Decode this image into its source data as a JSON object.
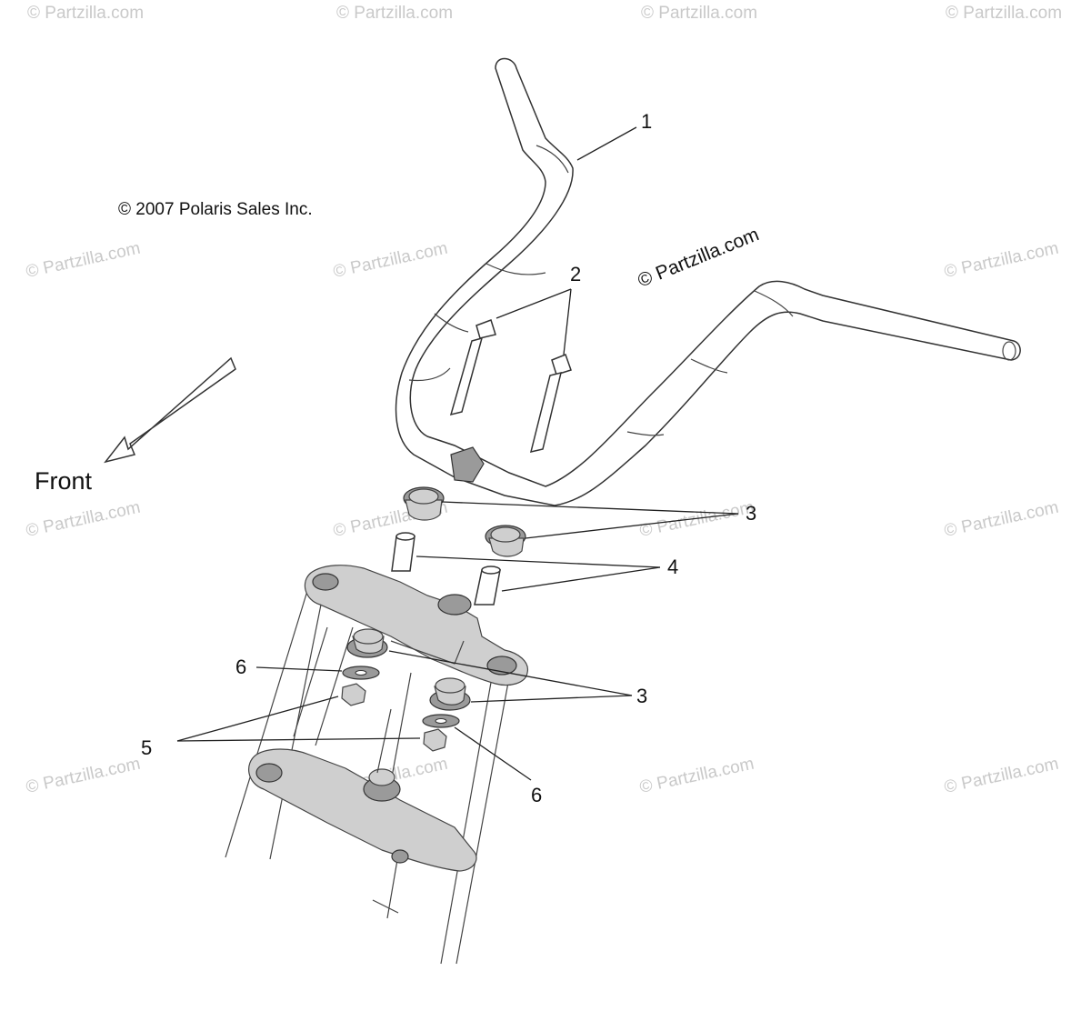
{
  "copyright": "© 2007 Polaris Sales Inc.",
  "brand_watermark": "© Partzilla.com",
  "watermark": "© Partzilla.com",
  "direction_label": "Front",
  "callouts": {
    "handlebar": "1",
    "bolt": "2",
    "bushing_upper": "3",
    "bushing_lower": "3",
    "spacer": "4",
    "nut": "5",
    "washer_left": "6",
    "washer_right": "6"
  }
}
